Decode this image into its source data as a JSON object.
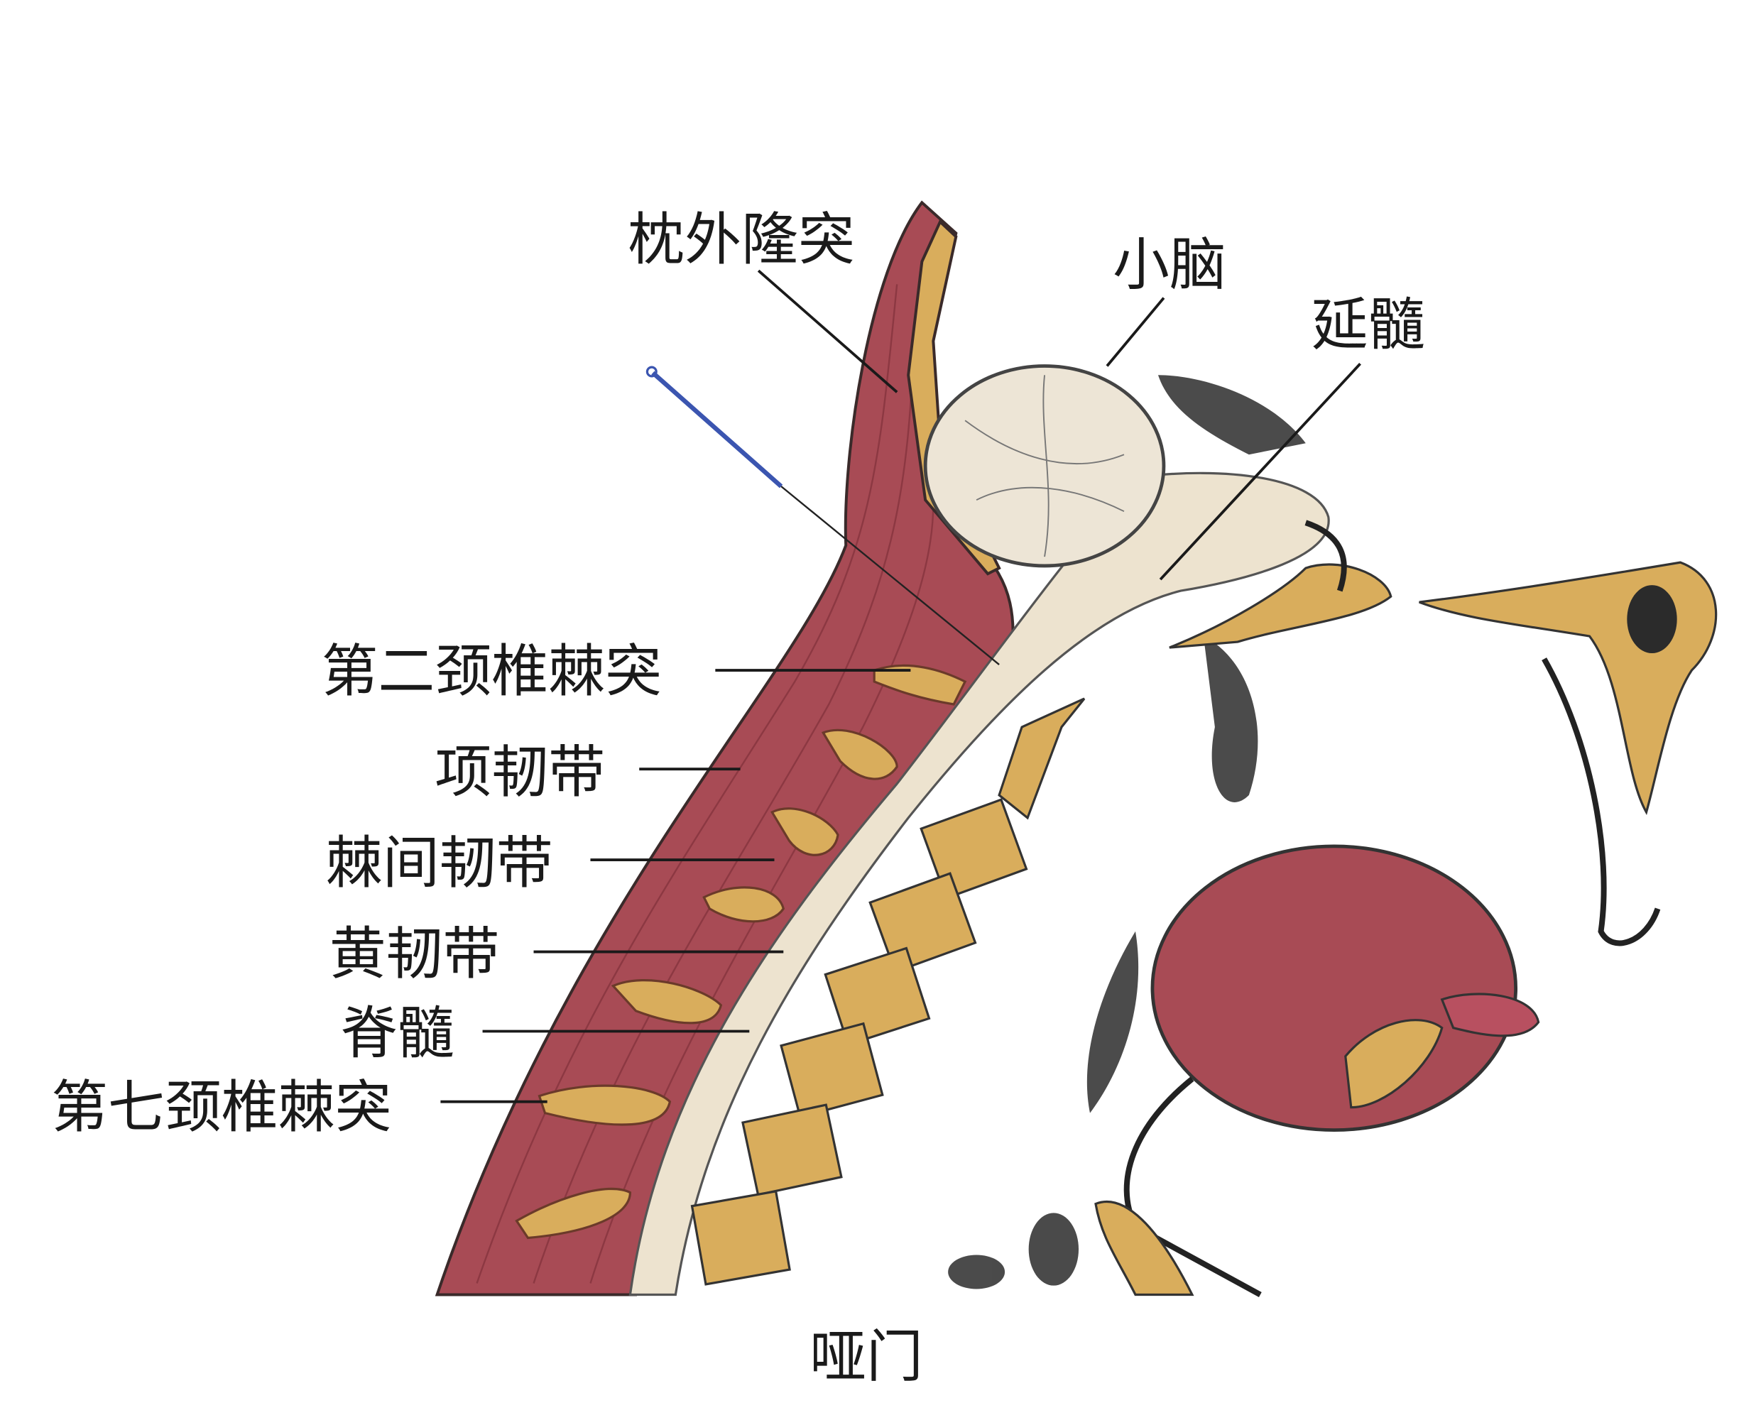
{
  "title": "哑门",
  "labels": {
    "external_occipital_protuberance": "枕外隆突",
    "cerebellum": "小脑",
    "medulla_oblongata": "延髓",
    "c2_spinous_process": "第二颈椎棘突",
    "nuchal_ligament": "项韧带",
    "interspinous_ligament": "棘间韧带",
    "ligamentum_flavum": "黄韧带",
    "spinal_cord": "脊髓",
    "c7_spinous_process": "第七颈椎棘突"
  },
  "colors": {
    "muscle": "#a84b55",
    "bone": "#d9ad5c",
    "nerve_tissue": "#ede3cf",
    "needle": "#3b55b0",
    "dark_tissue": "#2b2b2b"
  }
}
